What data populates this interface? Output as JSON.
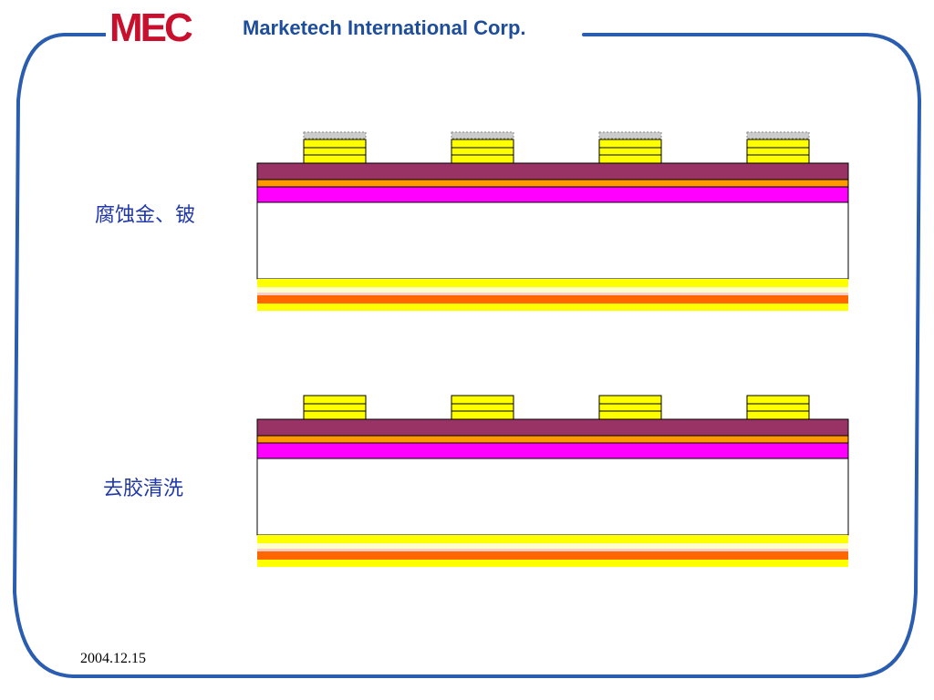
{
  "header": {
    "logo_text": "MEC",
    "company_name": "Marketech International Corp."
  },
  "steps": [
    {
      "label": "腐蚀金、铍",
      "has_residue": true
    },
    {
      "label": "去胶清洗",
      "has_residue": false
    }
  ],
  "footer": {
    "date": "2004.12.15"
  },
  "colors": {
    "frame": "#2a5db0",
    "top_layer": "#993366",
    "orange_layer": "#ff9900",
    "magenta_layer": "#ff00ff",
    "substrate": "#ffffff",
    "back_yellow": "#ffff00",
    "back_pale": "#ffffcc",
    "back_pink": "#ffcccc",
    "back_orange": "#ff6600",
    "pad_yellow": "#ffff00",
    "residue": "#cccccc"
  }
}
